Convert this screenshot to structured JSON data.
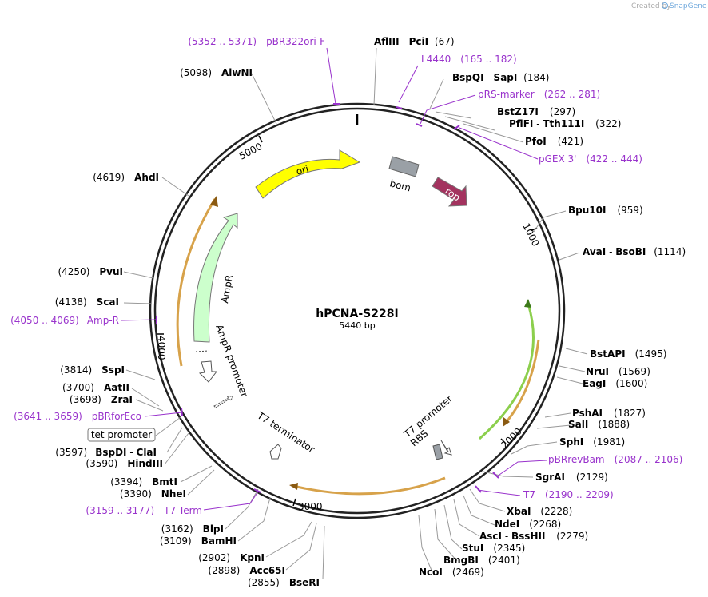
{
  "credit": {
    "prefix": "Created by",
    "brand": "SnapGene"
  },
  "plasmid": {
    "name": "hPCNA-S228I",
    "length_label": "5440 bp"
  },
  "ticks": [
    "1000",
    "2000",
    "3000",
    "4000",
    "5000"
  ],
  "features": {
    "ori": "ori",
    "bom": "bom",
    "rop": "rop",
    "ampr": "AmpR",
    "ampr_promoter": "AmpR promoter",
    "t7_terminator": "T7 terminator",
    "t7_promoter": "T7 promoter",
    "rbs": "RBS",
    "tet_promoter": "tet promoter"
  },
  "colors": {
    "ori": "#ffff00",
    "bom": "#9aa0a6",
    "rop": "#a3335f",
    "ampr": "#ccffcc",
    "cds_orange": "#d7a24a",
    "cds_green": "#8ccf4d",
    "primer": "#9933cc"
  },
  "labels_right": {
    "aflIII": {
      "name": "AflIII",
      "sep": "-",
      "name2": "PciI",
      "pos": "(67)"
    },
    "l4440": {
      "name": "L4440",
      "pos": "(165 .. 182)"
    },
    "bspqi": {
      "name": "BspQI",
      "sep": "-",
      "name2": "SapI",
      "pos": "(184)"
    },
    "prs": {
      "name": "pRS-marker",
      "pos": "(262 .. 281)"
    },
    "bstz17i": {
      "name": "BstZ17I",
      "pos": "(297)"
    },
    "pflfi": {
      "name": "PflFI",
      "sep": "-",
      "name2": "Tth111I",
      "pos": "(322)"
    },
    "pfoi": {
      "name": "PfoI",
      "pos": "(421)"
    },
    "pgex": {
      "name": "pGEX 3'",
      "pos": "(422 .. 444)"
    },
    "bpu10i": {
      "name": "Bpu10I",
      "pos": "(959)"
    },
    "avai": {
      "name": "AvaI",
      "sep": "-",
      "name2": "BsoBI",
      "pos": "(1114)"
    },
    "bstapi": {
      "name": "BstAPI",
      "pos": "(1495)"
    },
    "nrui": {
      "name": "NruI",
      "pos": "(1569)"
    },
    "eagi": {
      "name": "EagI",
      "pos": "(1600)"
    },
    "pshai": {
      "name": "PshAI",
      "pos": "(1827)"
    },
    "sali": {
      "name": "SalI",
      "pos": "(1888)"
    },
    "sphi": {
      "name": "SphI",
      "pos": "(1981)"
    },
    "pbrrev": {
      "name": "pBRrevBam",
      "pos": "(2087 .. 2106)"
    },
    "sgrai": {
      "name": "SgrAI",
      "pos": "(2129)"
    },
    "t7": {
      "name": "T7",
      "pos": "(2190 .. 2209)"
    },
    "xbai": {
      "name": "XbaI",
      "pos": "(2228)"
    },
    "ndei": {
      "name": "NdeI",
      "pos": "(2268)"
    },
    "asci": {
      "name": "AscI",
      "sep": "-",
      "name2": "BssHII",
      "pos": "(2279)"
    },
    "stui": {
      "name": "StuI",
      "pos": "(2345)"
    },
    "bmgbi": {
      "name": "BmgBI",
      "pos": "(2401)"
    },
    "ncoi": {
      "name": "NcoI",
      "pos": "(2469)"
    }
  },
  "labels_left": {
    "pbr322": {
      "name": "pBR322ori-F",
      "pos": "(5352 .. 5371)"
    },
    "alwni": {
      "name": "AlwNI",
      "pos": "(5098)"
    },
    "ahdi": {
      "name": "AhdI",
      "pos": "(4619)"
    },
    "pvui": {
      "name": "PvuI",
      "pos": "(4250)"
    },
    "scai": {
      "name": "ScaI",
      "pos": "(4138)"
    },
    "ampr_primer": {
      "name": "Amp-R",
      "pos": "(4050 .. 4069)"
    },
    "sspi": {
      "name": "SspI",
      "pos": "(3814)"
    },
    "aatii": {
      "name": "AatII",
      "pos": "(3700)"
    },
    "zrai": {
      "name": "ZraI",
      "pos": "(3698)"
    },
    "pbrfor": {
      "name": "pBRforEco",
      "pos": "(3641 .. 3659)"
    },
    "bspdi": {
      "name": "BspDI",
      "sep": "-",
      "name2": "ClaI",
      "pos": "(3597)"
    },
    "hindiii": {
      "name": "HindIII",
      "pos": "(3590)"
    },
    "bmti": {
      "name": "BmtI",
      "pos": "(3394)"
    },
    "nhei": {
      "name": "NheI",
      "pos": "(3390)"
    },
    "t7term": {
      "name": "T7 Term",
      "pos": "(3159 .. 3177)"
    },
    "blpi": {
      "name": "BlpI",
      "pos": "(3162)"
    },
    "bamhi": {
      "name": "BamHI",
      "pos": "(3109)"
    },
    "kpni": {
      "name": "KpnI",
      "pos": "(2902)"
    },
    "acc65i": {
      "name": "Acc65I",
      "pos": "(2898)"
    },
    "bseri": {
      "name": "BseRI",
      "pos": "(2855)"
    }
  }
}
